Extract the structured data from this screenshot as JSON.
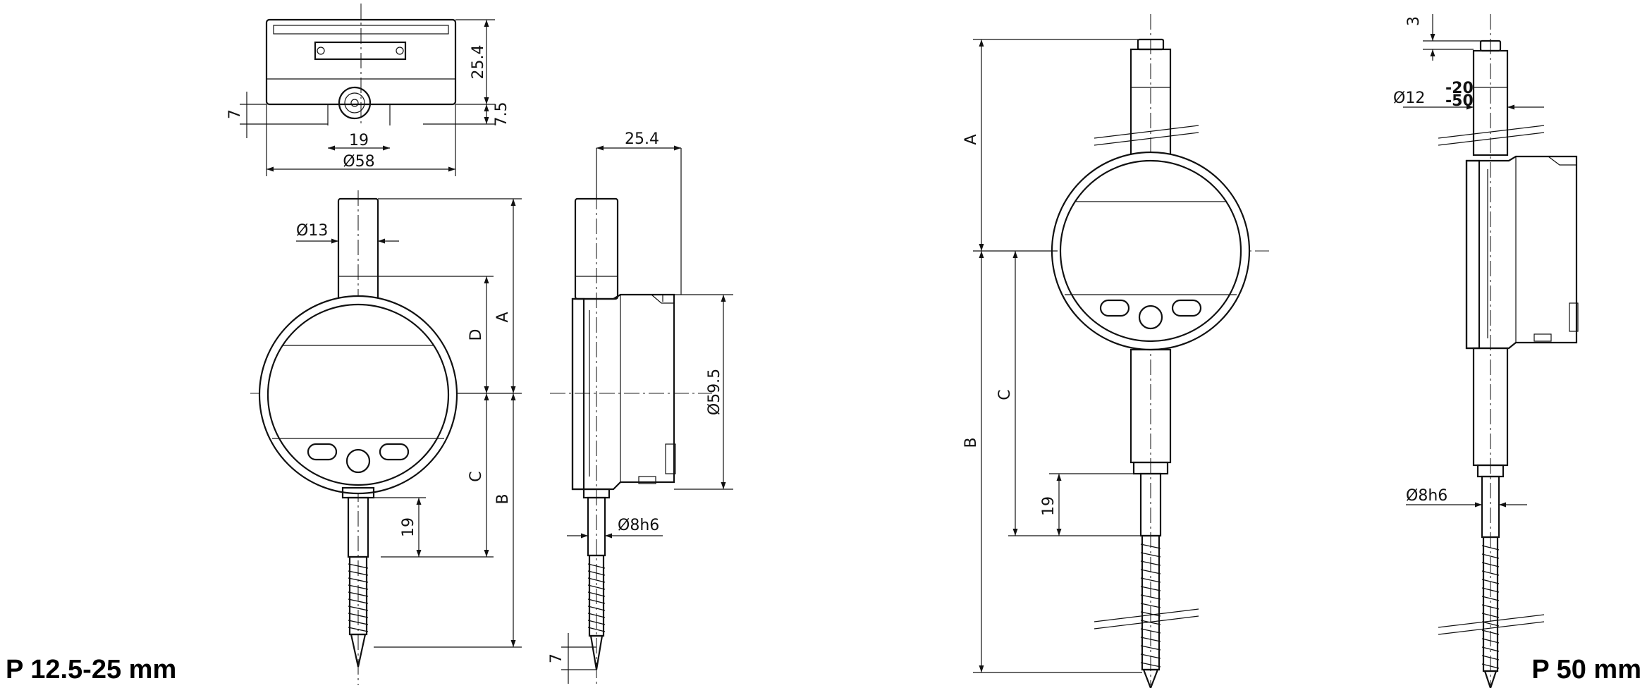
{
  "titles": {
    "left": "P 12.5-25 mm",
    "right": "P 50 mm"
  },
  "top_view": {
    "height": "25.4",
    "offset": "7.5",
    "offset_left": "7",
    "width_19": "19",
    "diameter": "Ø58"
  },
  "front_view_small": {
    "stem_diameter": "Ø13",
    "label_D": "D",
    "label_A": "A",
    "label_C": "C",
    "label_B": "B",
    "spindle_length": "19"
  },
  "side_view_small": {
    "depth": "25.4",
    "bezel_diameter": "Ø59.5",
    "spindle_diameter": "Ø8h6",
    "tip_length": "7"
  },
  "front_view_large": {
    "label_A": "A",
    "label_C": "C",
    "label_B": "B",
    "spindle_length": "19"
  },
  "side_view_large": {
    "top_offset": "3",
    "stem_diameter": "Ø12",
    "tol_upper": "-20",
    "tol_lower": "-50",
    "spindle_diameter": "Ø8h6"
  }
}
